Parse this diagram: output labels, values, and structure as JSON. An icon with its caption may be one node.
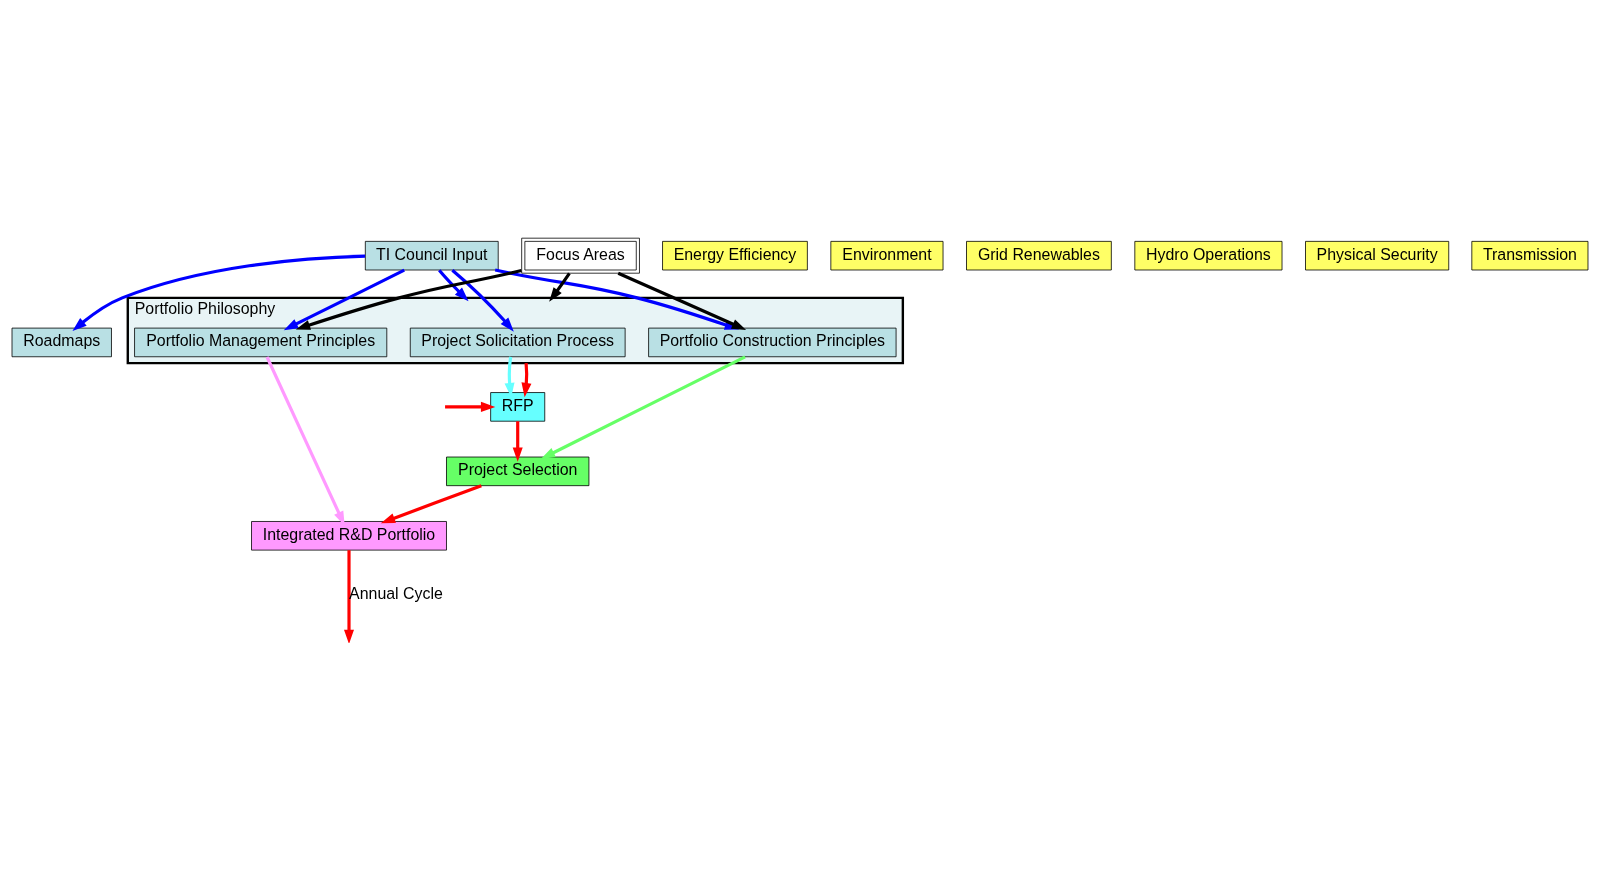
{
  "diagram": {
    "nodes": [
      {
        "text": [
          "TI Council Input"
        ]
      },
      {
        "text": [
          "Roadmaps"
        ]
      },
      {
        "text": [
          "Focus Areas"
        ]
      },
      {
        "text": [
          "Portfolio Philosophy"
        ]
      },
      {
        "text": [
          "Project Solicitation Process"
        ],
        "in": 3
      },
      {
        "text": [
          "Portfolio Construction Principles"
        ],
        "in": 3
      },
      {
        "text": [
          "Portfolio Management Principles"
        ],
        "in": 3
      },
      {
        "text": [
          "Energy Efficiency"
        ]
      },
      {
        "text": [
          "Environment"
        ]
      },
      {
        "text": [
          "Grid Renewables"
        ]
      },
      {
        "text": [
          "Hydro Operations"
        ]
      },
      {
        "text": [
          "Physical Security"
        ]
      },
      {
        "text": [
          "Transmission"
        ]
      },
      {
        "text": [
          "RFP"
        ]
      },
      {
        "text": [
          "Project Selection"
        ]
      },
      {
        "text": [
          "Integrated R&D Portfolio"
        ]
      }
    ],
    "edges": [
      {
        "from": 0,
        "to": 1,
        "arrow": "to",
        "color": "#0000ff"
      },
      {
        "from": 0,
        "to": 3,
        "arrow": "to",
        "color": "#0000ff"
      },
      {
        "from": 0,
        "to": 4,
        "arrow": "to",
        "color": "#0000ff"
      },
      {
        "from": 0,
        "to": 5,
        "arrow": "to",
        "color": "#0000ff"
      },
      {
        "from": 0,
        "to": 6,
        "arrow": "to",
        "color": "#0000ff"
      },
      {
        "from": 2,
        "to": 5,
        "arrow": "to",
        "color": "#000000"
      },
      {
        "from": 2,
        "to": 6,
        "arrow": "to",
        "color": "#000000"
      },
      {
        "from": 2,
        "to": 3,
        "arrow": "to",
        "color": "#000000"
      },
      {
        "from": 4,
        "to": 13,
        "arrow": "to",
        "color": "#66ffff"
      },
      {
        "from": 5,
        "to": 14,
        "arrow": "to",
        "color": "#66ff66"
      },
      {
        "from": 6,
        "to": 15,
        "arrow": "to",
        "color": "#ff99ff"
      },
      {
        "from": 3,
        "to": 13,
        "arrow": "to",
        "color": "#ff0000"
      },
      {
        "from": null,
        "to": 13,
        "arrow": "to",
        "color": "#ff0000"
      },
      {
        "from": 13,
        "to": 14,
        "arrow": "to",
        "color": "#ff0000"
      },
      {
        "from": 14,
        "to": 15,
        "arrow": "to",
        "color": "#ff0000"
      },
      {
        "from": 15,
        "to": null,
        "arrow": "to",
        "label": "Annual Cycle",
        "color": "#ff0000"
      }
    ]
  }
}
